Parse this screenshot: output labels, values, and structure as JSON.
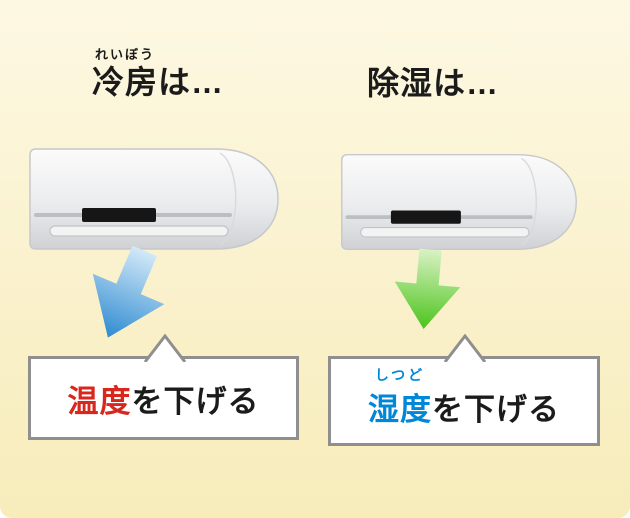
{
  "background": {
    "top_color": "#fdf8e3",
    "bottom_color": "#f7ecba"
  },
  "left_section": {
    "furigana": "れいぼう",
    "heading": "冷房は…",
    "device": "air-conditioner",
    "arrow": {
      "direction": "down-left",
      "color": "#2f8bd1",
      "color_light": "#d2e9f8"
    },
    "bubble": {
      "highlight": "温度",
      "highlight_color": "#d8271c",
      "suffix": "を下げる"
    }
  },
  "right_section": {
    "heading": "除湿は…",
    "device": "air-conditioner",
    "arrow": {
      "direction": "down",
      "color": "#4bc41b",
      "color_light": "#d9f2c4"
    },
    "bubble": {
      "furigana": "しつど",
      "highlight": "湿度",
      "highlight_color": "#0087d7",
      "suffix": "を下げる"
    }
  },
  "bubble_border_color": "#8f8f8f"
}
